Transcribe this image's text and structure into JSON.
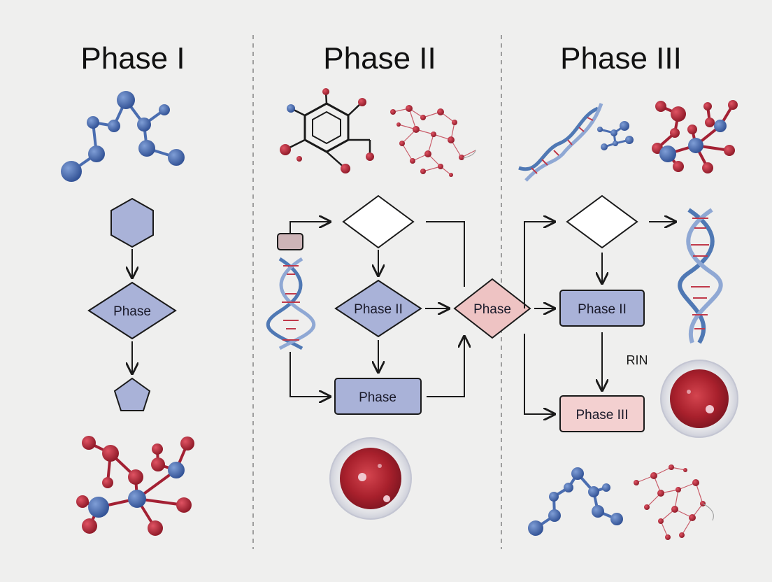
{
  "phases": [
    {
      "title": "Phase I"
    },
    {
      "title": "Phase II"
    },
    {
      "title": "Phase III"
    }
  ],
  "nodes": {
    "p1_diamond": "Phase",
    "p2_diamond": "Phase II",
    "p2_box": "Phase",
    "center_diamond": "Phase",
    "p3_box_top": "Phase II",
    "p3_box_bottom": "Phase III"
  },
  "side_label": "RIN",
  "colors": {
    "blue_node": "#a9b2d8",
    "pink_node": "#eec3c3",
    "pink_box": "#f3d0d0",
    "tag_box": "#cdb4b7",
    "blue_atom": "#4a6db0",
    "red_atom": "#b8283a",
    "dna_strand": "#4f78b4"
  }
}
